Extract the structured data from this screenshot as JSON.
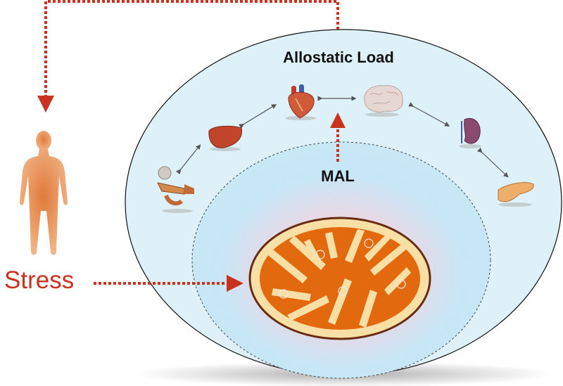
{
  "diagram": {
    "outer_label": "Allostatic Load",
    "inner_label": "MAL",
    "input_label": "Stress",
    "organs": [
      "heart",
      "brain",
      "liver",
      "kidney",
      "intestine",
      "pancreas"
    ],
    "colors": {
      "arrow": "#c8321e",
      "outer_fill": "#dff1f8",
      "inner_fill": "#c9e8f6",
      "mito_outer": "#f7dfa5",
      "mito_inner": "#e2690e",
      "body": "#eda66b"
    }
  }
}
